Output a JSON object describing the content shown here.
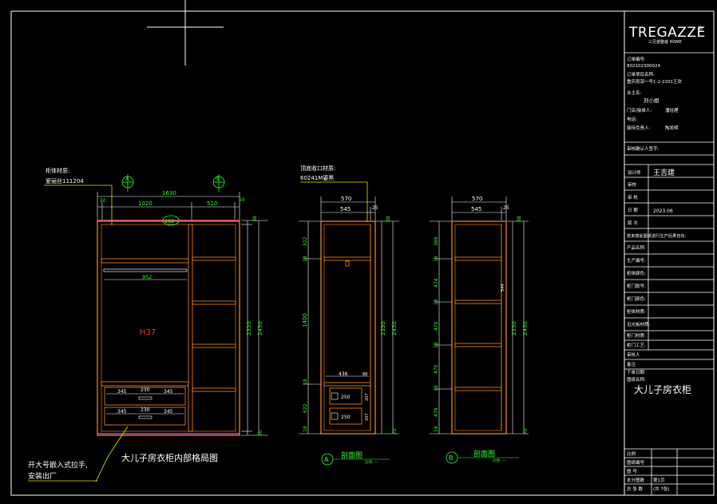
{
  "colors": {
    "background": "#000000",
    "frame": "#ffffff",
    "cabinet": "#ff8c1a",
    "dim_green": "#2eff2e",
    "leader_yellow": "#e6e600",
    "hanging_rod": "#d8d8ff",
    "magenta_top": "#ff40ff",
    "red_text": "#ff3030",
    "white_text": "#ffffff"
  },
  "title_block": {
    "logo": "TREGAZZE",
    "logo_sub": "三兄弟整装 HOME",
    "fields": [
      {
        "label": "订单编号:",
        "value": ""
      },
      {
        "label": "802102300024",
        "value": ""
      },
      {
        "label": "订单项目名称:",
        "value": ""
      },
      {
        "label": "重庆雨润一号1-2-2201王欢",
        "value": ""
      },
      {
        "label": "业主名:",
        "value": ""
      },
      {
        "label": "",
        "value": "刘小姐"
      },
      {
        "label": "门店/接单人:",
        "value": "潘经理"
      },
      {
        "label": "电话:",
        "value": ""
      },
      {
        "label": "接待负责人:",
        "value": "陶发明"
      },
      {
        "label": "审核确认人签字:",
        "value": ""
      }
    ],
    "designer_label": "设计师",
    "designer_name": "王吉建",
    "rows2": [
      {
        "label": "审核",
        "value": ""
      },
      {
        "label": "审 核",
        "value": ""
      },
      {
        "label": "日 期",
        "value": "2023.06"
      },
      {
        "label": "版 次",
        "value": ""
      }
    ],
    "note": "若未按此图纸进行生产后果自负:",
    "params": [
      "产品名称:",
      "生产编号:",
      "柜体颜色:",
      "柜门款号:",
      "柜门颜色:",
      "柜体材质:",
      "见光板材质:",
      "柜门材质:",
      "柜门工艺:"
    ],
    "tail": [
      "审核人",
      "备注",
      "下单日期",
      "图纸名称:"
    ],
    "drawing_name": "大儿子房衣柜",
    "bottom": [
      {
        "label": "比例",
        "value": ""
      },
      {
        "label": "图纸编号",
        "value": ""
      },
      {
        "label": "图 号",
        "value": ""
      },
      {
        "label": "本分图数",
        "value": "第1页"
      },
      {
        "label": "总 张 数",
        "value": "(共 7张)"
      }
    ]
  },
  "front_view": {
    "caption": "大儿子房衣柜内部格局图",
    "material_label": "柜体材质:",
    "material_value": "爱丽丝111204",
    "handle_note_line1": "开大号嵌入式拉手,",
    "handle_note_line2": "安装出厂",
    "overall_width": "1630",
    "left_width": "1020",
    "right_width": "510",
    "left_edge": "50",
    "right_edge": "50",
    "inner_width": "952",
    "height_total": "2430",
    "height_inner": "2330",
    "top_gap": "38",
    "bottom_gap": "70",
    "top_circle": "182",
    "hanging_label": "H37",
    "drawer_dims": [
      "345",
      "230",
      "345",
      "345",
      "230",
      "345"
    ],
    "axis_labels": [
      "A",
      "B"
    ]
  },
  "section_a": {
    "caption": "剖面图",
    "scale": "比例: 一",
    "tag": "A",
    "material_label": "顶底收口材质:",
    "material_value": "60241M鎏黑",
    "depth_total": "570",
    "depth_inner": "545",
    "depth_back": "25",
    "heights": [
      "322",
      "18",
      "1400",
      "18",
      "622",
      "18"
    ],
    "totals": [
      "38",
      "2330",
      "2430",
      "70"
    ],
    "drawer_width": "436",
    "drawer_side": "88",
    "drawer_labels": [
      "250",
      "250"
    ],
    "drawer_heights": [
      "207",
      "207"
    ]
  },
  "section_b": {
    "caption": "剖面图",
    "scale": "比例: 一",
    "tag": "B",
    "depth_total": "570",
    "depth_inner": "545",
    "depth_back": "25",
    "heights": [
      "389",
      "18",
      "474",
      "18",
      "470",
      "18",
      "470",
      "18",
      "479",
      "18"
    ],
    "totals": [
      "38",
      "2330",
      "2430",
      "70"
    ],
    "side_label": "544"
  },
  "crosshair": {
    "visible": true
  }
}
